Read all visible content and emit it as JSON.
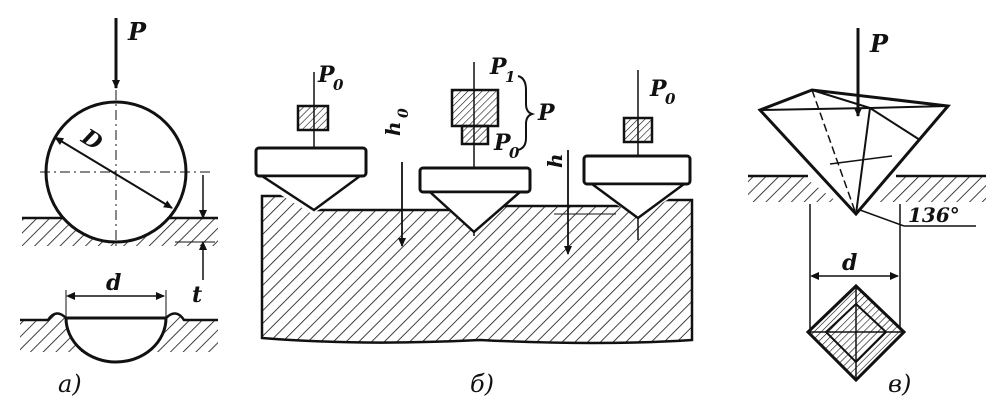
{
  "panels": {
    "a": {
      "caption": "а)",
      "load": "P",
      "diameter": "D",
      "imprint_diameter": "d",
      "depth": "t"
    },
    "b": {
      "caption": "б)",
      "preload_left": "P",
      "preload_left_sub": "0",
      "main_load": "P",
      "main_load_sub": "1",
      "preload_middle": "P",
      "preload_middle_sub": "0",
      "total_load": "P",
      "depth_initial": "h",
      "depth_initial_sub": "0",
      "depth_final": "h",
      "preload_right": "P",
      "preload_right_sub": "0"
    },
    "c": {
      "caption": "в)",
      "load": "P",
      "angle": "136°",
      "diagonal": "d"
    }
  },
  "colors": {
    "ink": "#111111",
    "paper": "#ffffff"
  }
}
